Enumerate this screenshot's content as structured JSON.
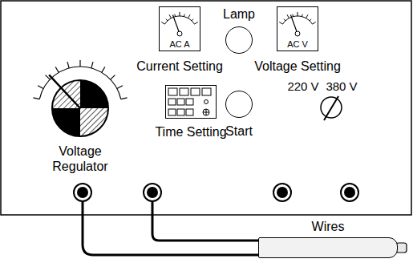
{
  "diagram": {
    "nodes": [
      {
        "text": [
          "AC A",
          "Current Setting"
        ]
      },
      {
        "text": [
          "Lamp"
        ]
      },
      {
        "text": [
          "AC V",
          "Voltage Setting"
        ]
      },
      {
        "text": [
          "Voltage Regulator"
        ]
      },
      {
        "text": [
          "Time Setting"
        ]
      },
      {
        "text": [
          "Start"
        ]
      },
      {
        "text": [
          "Wires"
        ]
      }
    ],
    "labels": [
      "220 V",
      "380 V"
    ]
  }
}
